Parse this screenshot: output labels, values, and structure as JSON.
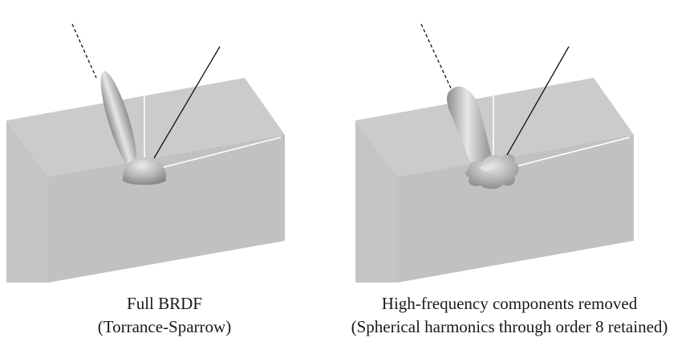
{
  "colors": {
    "box_top": "#cbcbcb",
    "box_front": "#c4c4c4",
    "box_side": "#bdbdbd",
    "lobe_light": "#eaeaea",
    "lobe_mid": "#b3b3b3",
    "lobe_dark": "#8a8a8a",
    "ray": "#111111",
    "normal": "#ffffff"
  },
  "panels": [
    {
      "caption_line1": "Full BRDF",
      "caption_line2": "(Torrance-Sparrow)",
      "lobe": "smooth"
    },
    {
      "caption_line1": "High-frequency components removed",
      "caption_line2": "(Spherical harmonics through order 8 retained)",
      "lobe": "bumpy"
    }
  ]
}
